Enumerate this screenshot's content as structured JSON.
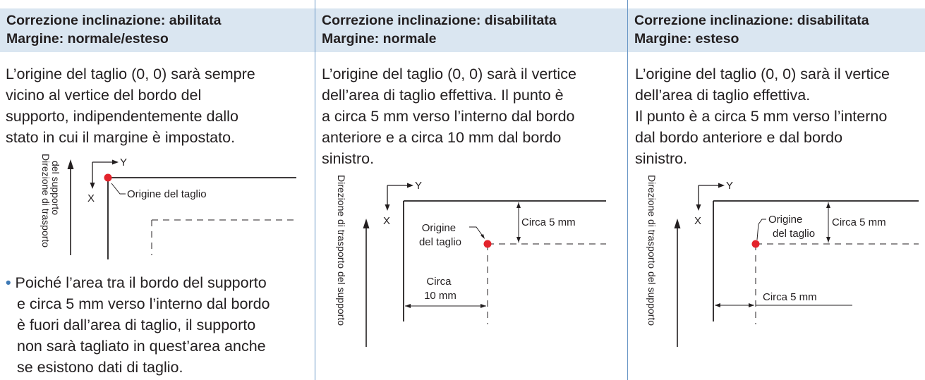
{
  "columns": [
    {
      "header": [
        "Correzione inclinazione: abilitata",
        "Margine: normale/esteso"
      ],
      "description": [
        "L’origine del taglio (0, 0) sarà sempre",
        "vicino al vertice del bordo del",
        "supporto, indipendentemente dallo",
        "stato in cui il margine è impostato."
      ],
      "diagram": {
        "feed_direction": [
          "Direzione di trasporto",
          "del supporto"
        ],
        "axis_y": "Y",
        "axis_x": "X",
        "origin_label": "Origine del taglio"
      },
      "note": {
        "bullet": "•",
        "lines": [
          "Poiché l’area tra il bordo del supporto",
          "e circa 5 mm verso l’interno dal bordo",
          "è fuori dall’area di taglio, il supporto",
          "non sarà tagliato in quest’area anche",
          "se esistono dati di taglio."
        ]
      }
    },
    {
      "header": [
        "Correzione inclinazione: disabilitata",
        "Margine: normale"
      ],
      "description": [
        "L’origine del taglio (0, 0) sarà il vertice",
        "dell’area di taglio effettiva. Il punto è",
        "a circa 5 mm verso l’interno dal bordo",
        "anteriore e a circa 10 mm dal bordo",
        "sinistro."
      ],
      "diagram": {
        "feed_direction": "Direzione di trasporto del supporto",
        "axis_y": "Y",
        "axis_x": "X",
        "origin_label": [
          "Origine",
          "del taglio"
        ],
        "dim_vertical": "Circa 5 mm",
        "dim_horizontal": [
          "Circa",
          "10 mm"
        ]
      }
    },
    {
      "header": [
        "Correzione inclinazione: disabilitata",
        "Margine: esteso"
      ],
      "description": [
        "L’origine del taglio (0, 0) sarà il vertice",
        "dell’area di taglio effettiva.",
        "Il punto è a circa 5 mm verso l’interno",
        "dal bordo anteriore e dal bordo",
        "sinistro."
      ],
      "diagram": {
        "feed_direction": "Direzione di trasporto del supporto",
        "axis_y": "Y",
        "axis_x": "X",
        "origin_label": [
          "Origine",
          "del taglio"
        ],
        "dim_vertical": "Circa 5 mm",
        "dim_horizontal": "Circa 5 mm"
      }
    }
  ],
  "colors": {
    "header_bg": "#dae6f1",
    "divider": "#6a97c6",
    "origin_dot": "#e3232b",
    "bullet": "#3d79b5"
  }
}
